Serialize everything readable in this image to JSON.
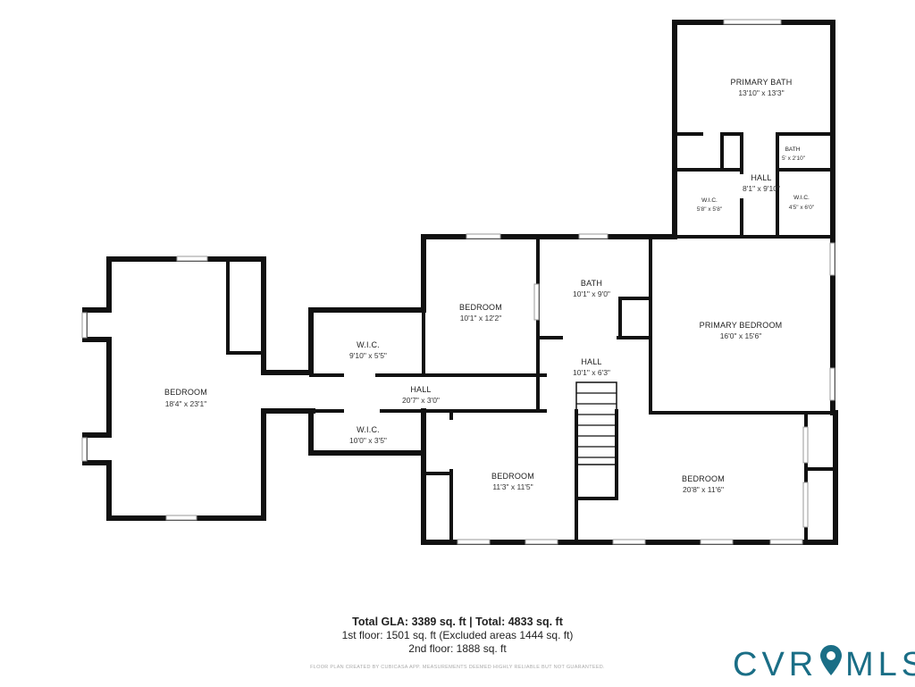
{
  "rooms": [
    {
      "id": "bedroom-west",
      "name": "BEDROOM",
      "dims": "18'4\" x 23'1\""
    },
    {
      "id": "wic-upper",
      "name": "W.I.C.",
      "dims": "9'10\" x 5'5\""
    },
    {
      "id": "wic-lower",
      "name": "W.I.C.",
      "dims": "10'0\" x 3'5\""
    },
    {
      "id": "hall-main",
      "name": "HALL",
      "dims": "20'7\" x 3'0\""
    },
    {
      "id": "bedroom-center",
      "name": "BEDROOM",
      "dims": "10'1\" x 12'2\""
    },
    {
      "id": "bath-center",
      "name": "BATH",
      "dims": "10'1\" x 9'0\""
    },
    {
      "id": "hall-center",
      "name": "HALL",
      "dims": "10'1\" x 6'3\""
    },
    {
      "id": "bedroom-south",
      "name": "BEDROOM",
      "dims": "11'3\" x 11'5\""
    },
    {
      "id": "bedroom-east",
      "name": "BEDROOM",
      "dims": "20'8\" x 11'6\""
    },
    {
      "id": "primary-bedroom",
      "name": "PRIMARY BEDROOM",
      "dims": "16'0\" x 15'6\""
    },
    {
      "id": "primary-bath",
      "name": "PRIMARY BATH",
      "dims": "13'10\" x 13'3\""
    },
    {
      "id": "hall-primary",
      "name": "HALL",
      "dims": "8'1\" x 9'10\""
    },
    {
      "id": "bath-small",
      "name": "BATH",
      "dims": "5' x 2'10\""
    },
    {
      "id": "wic-left",
      "name": "W.I.C.",
      "dims": "5'8\" x 5'8\""
    },
    {
      "id": "wic-right",
      "name": "W.I.C.",
      "dims": "4'5\" x 6'0\""
    }
  ],
  "summary": {
    "total": "Total GLA: 3389 sq. ft | Total: 4833 sq. ft",
    "first_floor": "1st floor: 1501 sq. ft (Excluded areas 1444 sq. ft)",
    "second_floor": "2nd floor: 1888 sq. ft",
    "disclaimer": "FLOOR PLAN CREATED BY CUBICASA APP. MEASUREMENTS DEEMED HIGHLY RELIABLE BUT NOT GUARANTEED."
  },
  "logo": {
    "text": "CVRMLS",
    "text_before_pin": "CVR",
    "text_after_pin": "MLS",
    "color": "#1a6e86",
    "pin_icon": "map-pin-icon"
  }
}
